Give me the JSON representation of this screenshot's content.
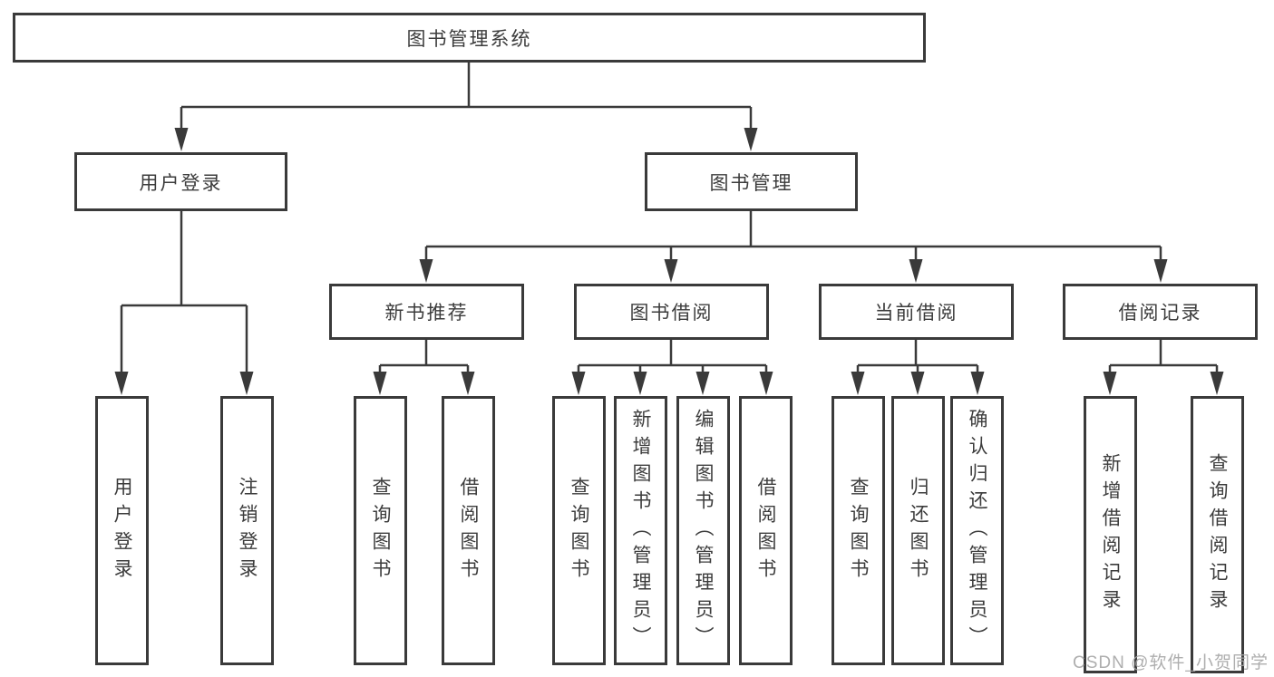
{
  "diagram": {
    "root": {
      "label": "图书管理系统"
    },
    "level2": [
      {
        "label": "用户登录"
      },
      {
        "label": "图书管理"
      }
    ],
    "level3": [
      {
        "label": "新书推荐"
      },
      {
        "label": "图书借阅"
      },
      {
        "label": "当前借阅"
      },
      {
        "label": "借阅记录"
      }
    ],
    "leaves": {
      "user_login": [
        "用户登录",
        "注销登录"
      ],
      "new_book": [
        "查询图书",
        "借阅图书"
      ],
      "book_borrow": [
        "查询图书",
        "新增图书（管理员）",
        "编辑图书（管理员）",
        "借阅图书"
      ],
      "current_borrow": [
        "查询图书",
        "归还图书",
        "确认归还（管理员）"
      ],
      "borrow_records": [
        "新增借阅记录",
        "查询借阅记录"
      ]
    }
  },
  "watermark": "CSDN @软件_小贺同学",
  "colors": {
    "line": "#3a3a3a",
    "text": "#3c3c3c",
    "watermark": "#a5a5a5",
    "background": "#ffffff"
  }
}
